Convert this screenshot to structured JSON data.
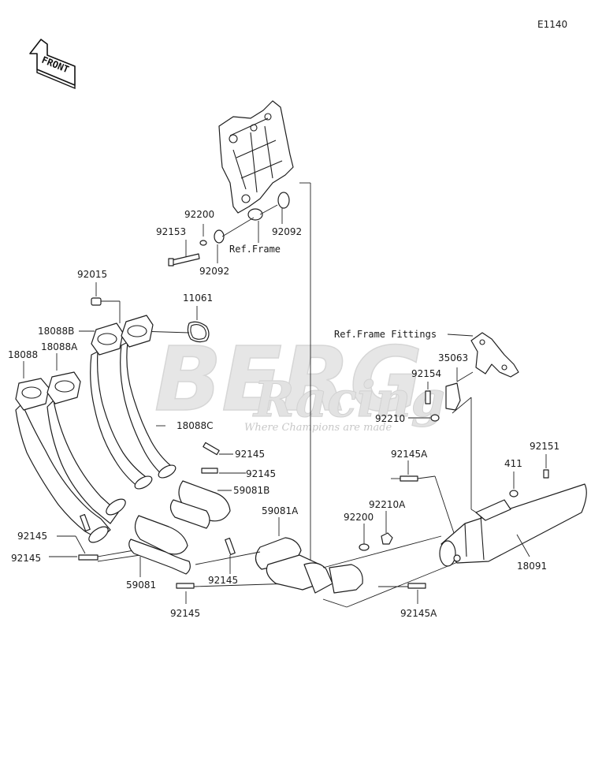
{
  "diagram_code": "E1140",
  "front_label": "FRONT",
  "watermark": {
    "brand": "BERG",
    "sub": "Racing",
    "tagline": "Where Champions are made"
  },
  "ref_labels": {
    "frame": "Ref.Frame",
    "frame_fittings": "Ref.Frame Fittings"
  },
  "part_labels": [
    "92200",
    "92153",
    "92092",
    "92092",
    "92015",
    "11061",
    "18088B",
    "18088A",
    "18088",
    "18088C",
    "92145",
    "92145",
    "59081B",
    "92145",
    "92145",
    "59081",
    "92145",
    "92145",
    "59081A",
    "92145A",
    "92200",
    "92210A",
    "35063",
    "92154",
    "92210",
    "92151",
    "411",
    "18091",
    "92145A"
  ]
}
